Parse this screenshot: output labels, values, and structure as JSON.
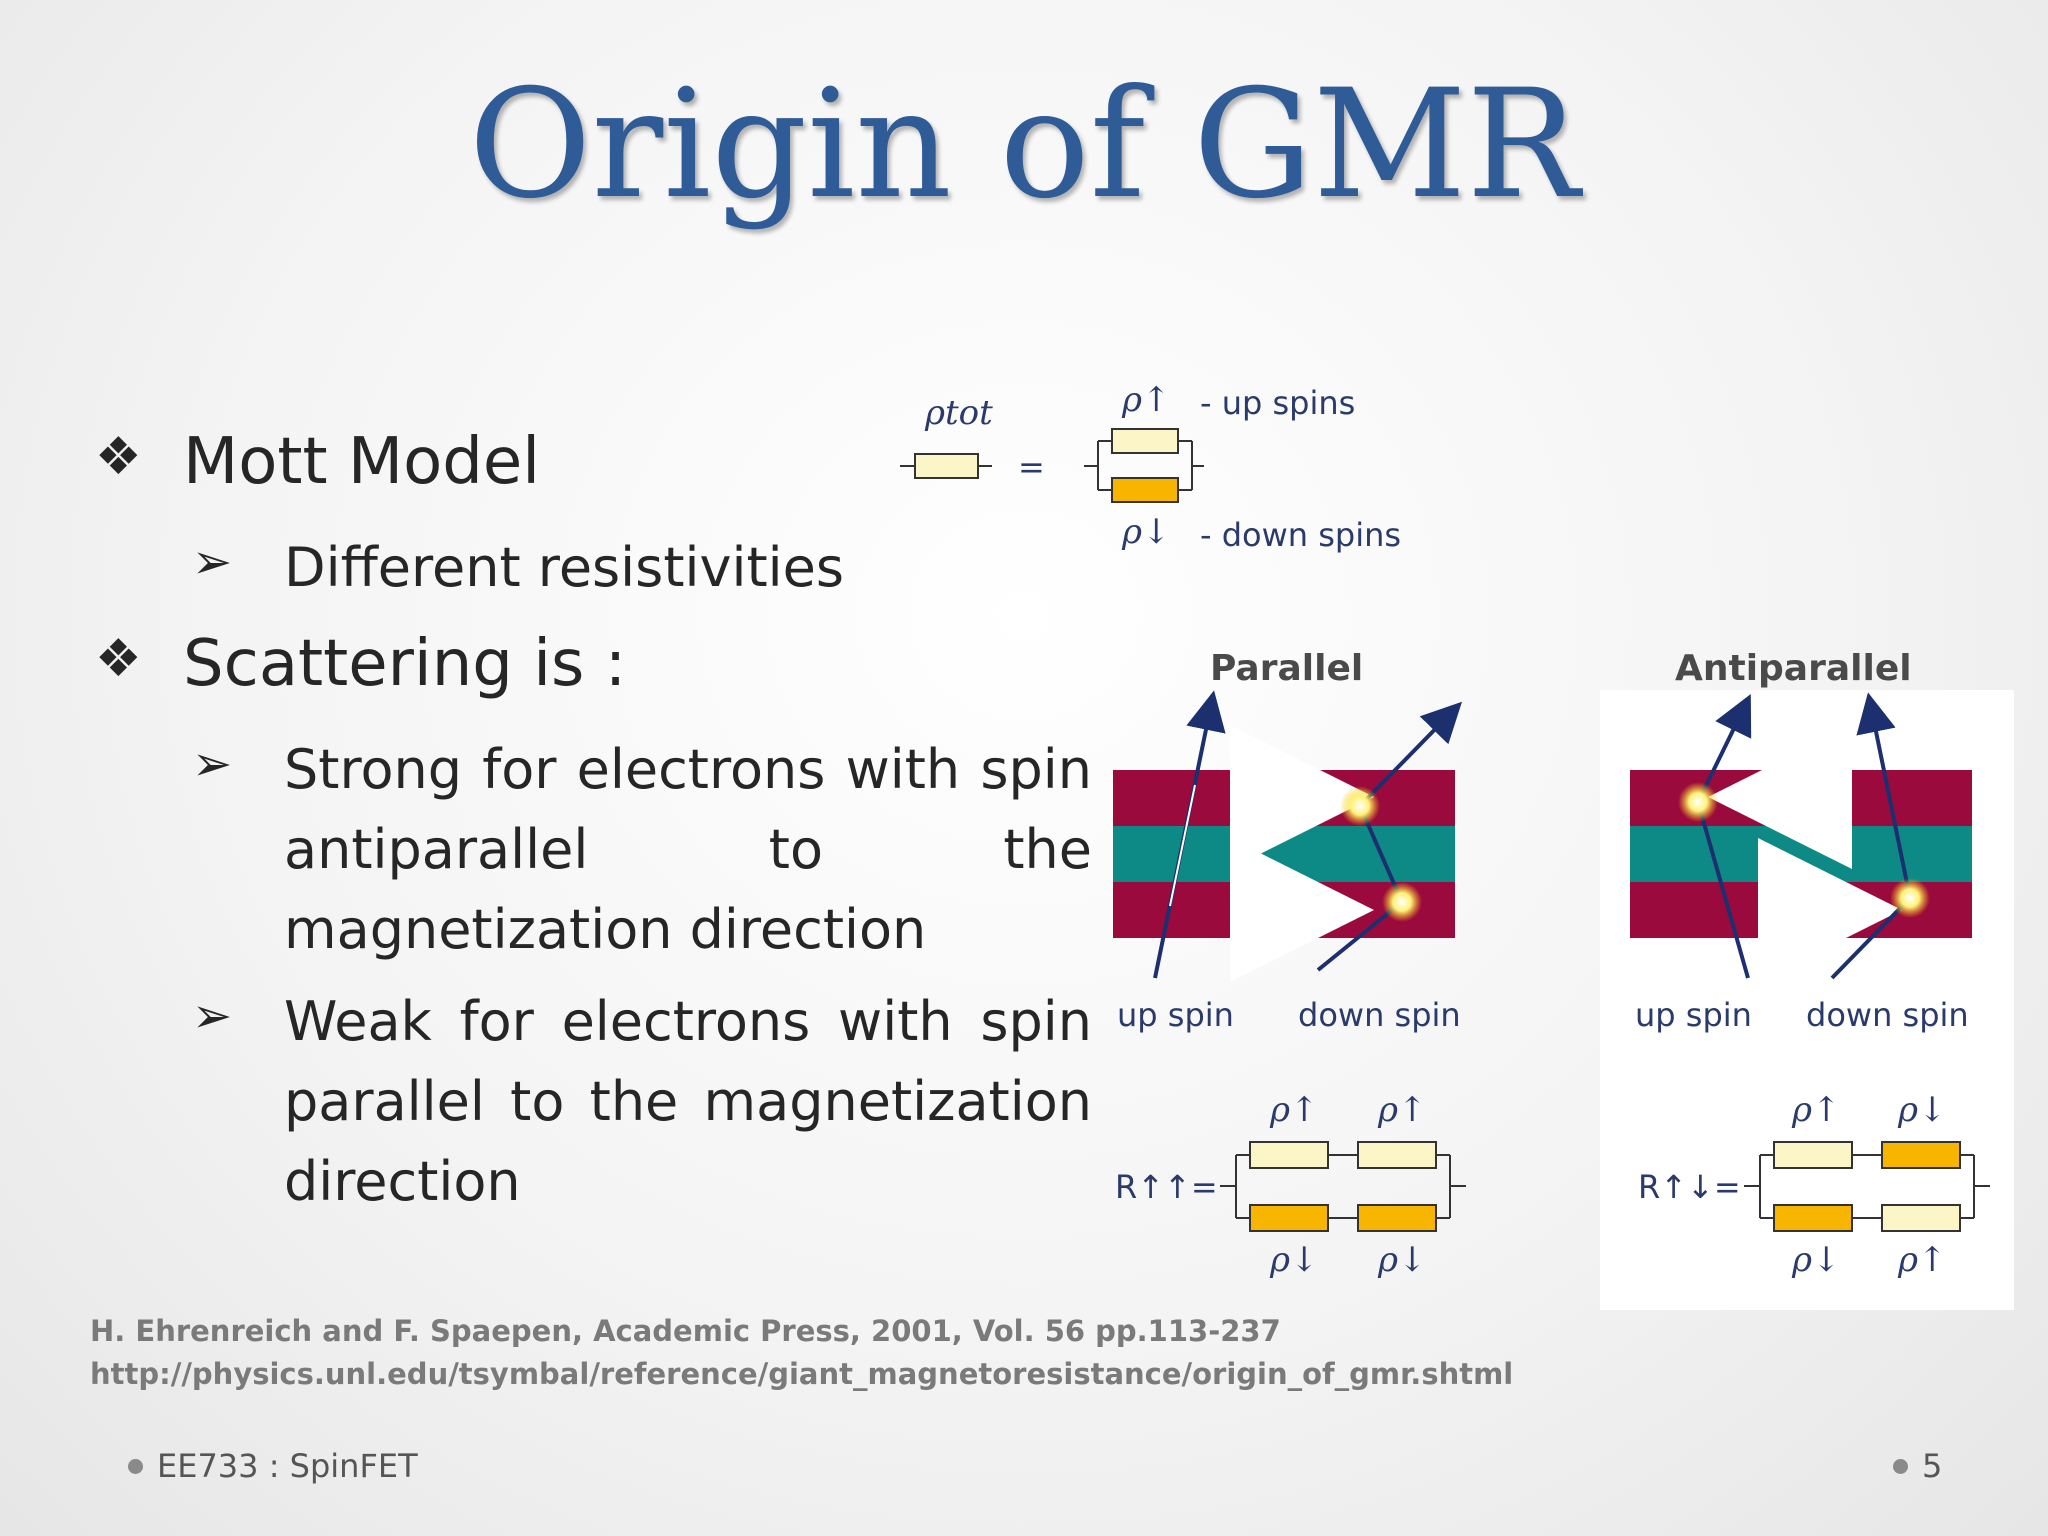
{
  "slide": {
    "title": "Origin of GMR",
    "bullets": {
      "b1": "Mott Model",
      "b1_sub": "Different resistivities",
      "b2": "Scattering is :",
      "b2_sub1": "Strong for electrons with spin antiparallel to the magnetization direction",
      "b2_sub2": "Weak for electrons with spin parallel to the magnetization direction"
    },
    "references": [
      "H. Ehrenreich and F. Spaepen, Academic Press, 2001, Vol. 56 pp.113-237",
      "http://physics.unl.edu/tsymbal/reference/giant_magnetoresistance/origin_of_gmr.shtml"
    ],
    "footer": {
      "course": "EE733 : SpinFET",
      "page_number": "5"
    }
  },
  "figure": {
    "rho_tot": "ρtot",
    "equals": "=",
    "rho_up": "ρ↑",
    "rho_down": "ρ↓",
    "up_spins": "- up spins",
    "down_spins": "- down spins",
    "parallel_label": "Parallel",
    "antiparallel_label": "Antiparallel",
    "up_spin": "up spin",
    "down_spin": "down spin",
    "r_parallel": "R↑↑=",
    "r_antiparallel": "R↑↓="
  },
  "colors": {
    "title": "#2f5b96",
    "magnetic_layer": "#9b0a3c",
    "spacer_layer": "#0e8a86",
    "resistor_high": "#f7b500",
    "resistor_low": "#fbf5c8"
  }
}
